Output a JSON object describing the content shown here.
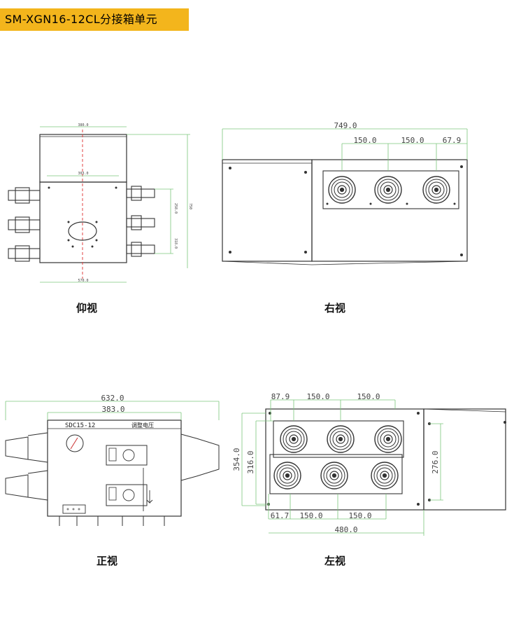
{
  "title": "SM-XGN16-12CL分接箱单元",
  "views": {
    "bottom": {
      "label": "仰视",
      "dims": {
        "top": "380.0",
        "inner_top": "303.0",
        "right_h": "258.0",
        "right_total": "750",
        "right_lower": "318.0",
        "bottom": "570.0"
      }
    },
    "right": {
      "label": "右视",
      "dims": {
        "total": "749.0",
        "span1": "150.0",
        "span2": "150.0",
        "span3": "67.9"
      }
    },
    "front": {
      "label": "正视",
      "dims": {
        "total": "632.0",
        "inner": "383.0"
      },
      "nameplate_model": "SDC15-12",
      "nameplate_text": "调整电压"
    },
    "left": {
      "label": "左视",
      "dims": {
        "top1": "87.9",
        "top2": "150.0",
        "top3": "150.0",
        "bot1": "61.7",
        "bot2": "150.0",
        "bot3": "150.0",
        "bottom_total": "480.0",
        "left_outer": "354.0",
        "left_inner": "316.0",
        "right": "276.0"
      }
    }
  }
}
